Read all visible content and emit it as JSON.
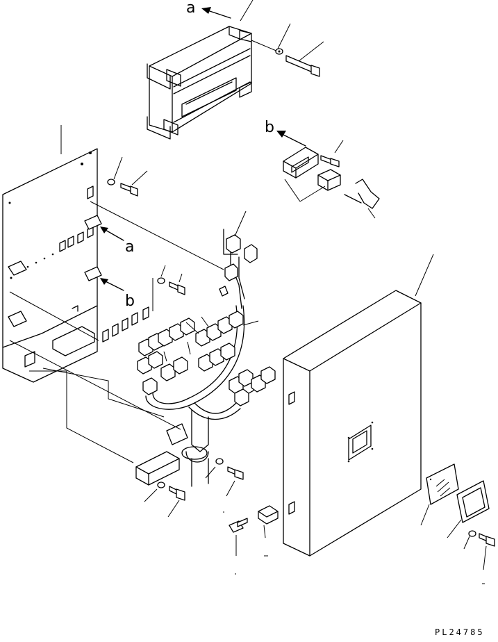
{
  "diagram": {
    "callouts": {
      "a_top": "a",
      "b_top": "b",
      "a_panel": "a",
      "b_panel": "b"
    },
    "drawing_code": "PL24785"
  }
}
